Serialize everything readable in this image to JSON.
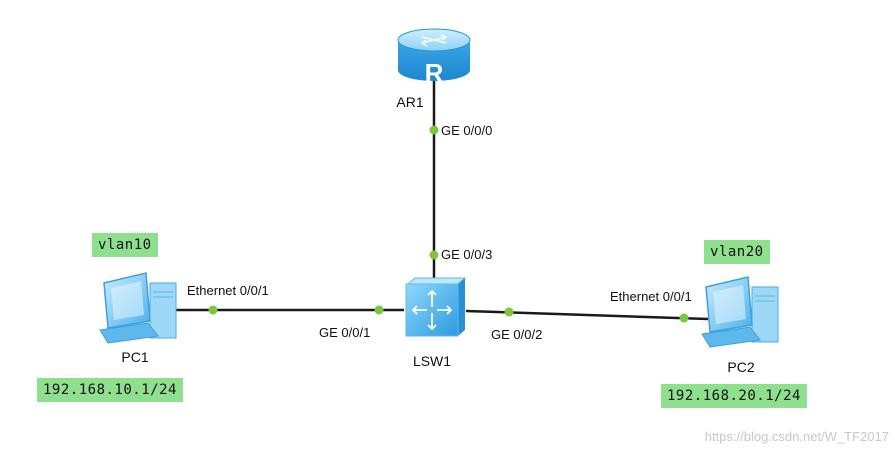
{
  "devices": {
    "router": {
      "name": "AR1",
      "glyph": "R"
    },
    "switch": {
      "name": "LSW1"
    },
    "pc1": {
      "name": "PC1",
      "vlan": "vlan10",
      "ip": "192.168.10.1/24"
    },
    "pc2": {
      "name": "PC2",
      "vlan": "vlan20",
      "ip": "192.168.20.1/24"
    }
  },
  "links": [
    {
      "from": "AR1",
      "from_port": "GE 0/0/0",
      "to": "LSW1",
      "to_port": "GE 0/0/3"
    },
    {
      "from": "PC1",
      "from_port": "Ethernet 0/0/1",
      "to": "LSW1",
      "to_port": "GE 0/0/1"
    },
    {
      "from": "LSW1",
      "from_port": "GE 0/0/2",
      "to": "PC2",
      "to_port": "Ethernet 0/0/1"
    }
  ],
  "watermark": "https://blog.csdn.net/W_TF2017",
  "colors": {
    "link": "#1a1a1a",
    "port_dot": "#7bc93a",
    "tag_bg": "#8ee08e",
    "device_blue": "#4fb3ea"
  }
}
